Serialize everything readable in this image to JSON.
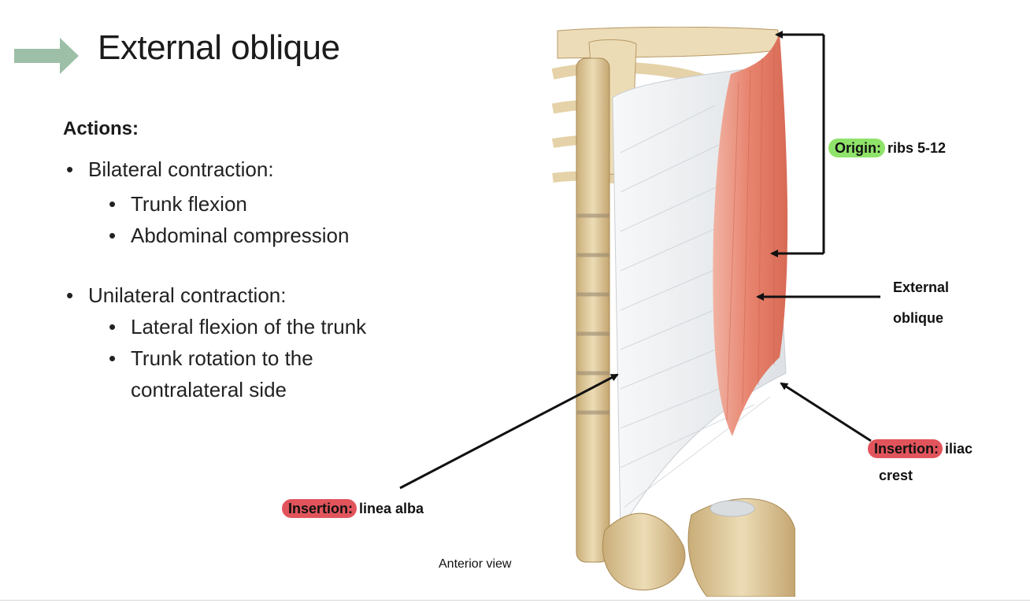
{
  "title": "External oblique",
  "actions_heading": "Actions:",
  "bilateral": {
    "label": "Bilateral contraction:",
    "items": [
      "Trunk flexion",
      "Abdominal compression"
    ]
  },
  "unilateral": {
    "label": "Unilateral contraction:",
    "items": [
      "Lateral flexion of the trunk",
      "Trunk rotation to the",
      "contralateral side"
    ]
  },
  "bullet_char": "•",
  "labels": {
    "origin_tag": "Origin:",
    "origin_text": "ribs 5-12",
    "muscle_line1": "External",
    "muscle_line2": "oblique",
    "insertion_tag": "Insertion:",
    "insertion_iliac_line1": "iliac",
    "insertion_iliac_line2": "crest",
    "insertion_linea": "linea alba"
  },
  "caption": "Anterior view",
  "colors": {
    "title_arrow": "#9dbfa8",
    "origin_highlight": "#8fe36a",
    "insertion_highlight": "#e2545c",
    "muscle": "#e8907c",
    "aponeurosis": "#eef0f2",
    "bone": "#e3cfa3"
  }
}
